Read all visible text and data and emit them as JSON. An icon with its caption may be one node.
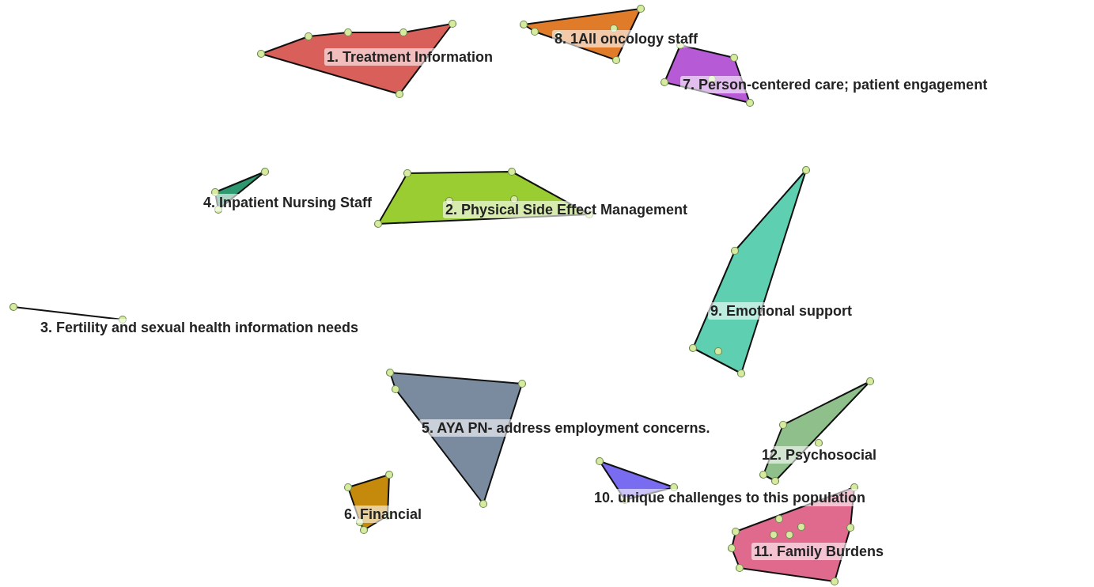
{
  "diagram": {
    "nodes": [
      {
        "text": [
          "1. Treatment Information"
        ]
      },
      {
        "text": [
          "8. 1All oncology staff"
        ]
      },
      {
        "text": [
          "7. Person-centered care; patient engagement"
        ]
      },
      {
        "text": [
          "4. Inpatient Nursing Staff"
        ]
      },
      {
        "text": [
          "2. Physical Side Effect Management"
        ]
      },
      {
        "text": [
          "9. Emotional support"
        ]
      },
      {
        "text": [
          "3. Fertility and sexual health information needs"
        ]
      },
      {
        "text": [
          "5. AYA PN- address employment concerns."
        ]
      },
      {
        "text": [
          "12. Psychosocial"
        ]
      },
      {
        "text": [
          "10. unique challenges to this population"
        ]
      },
      {
        "text": [
          "6. Financial"
        ]
      },
      {
        "text": [
          "11. Family Burdens"
        ]
      }
    ]
  }
}
